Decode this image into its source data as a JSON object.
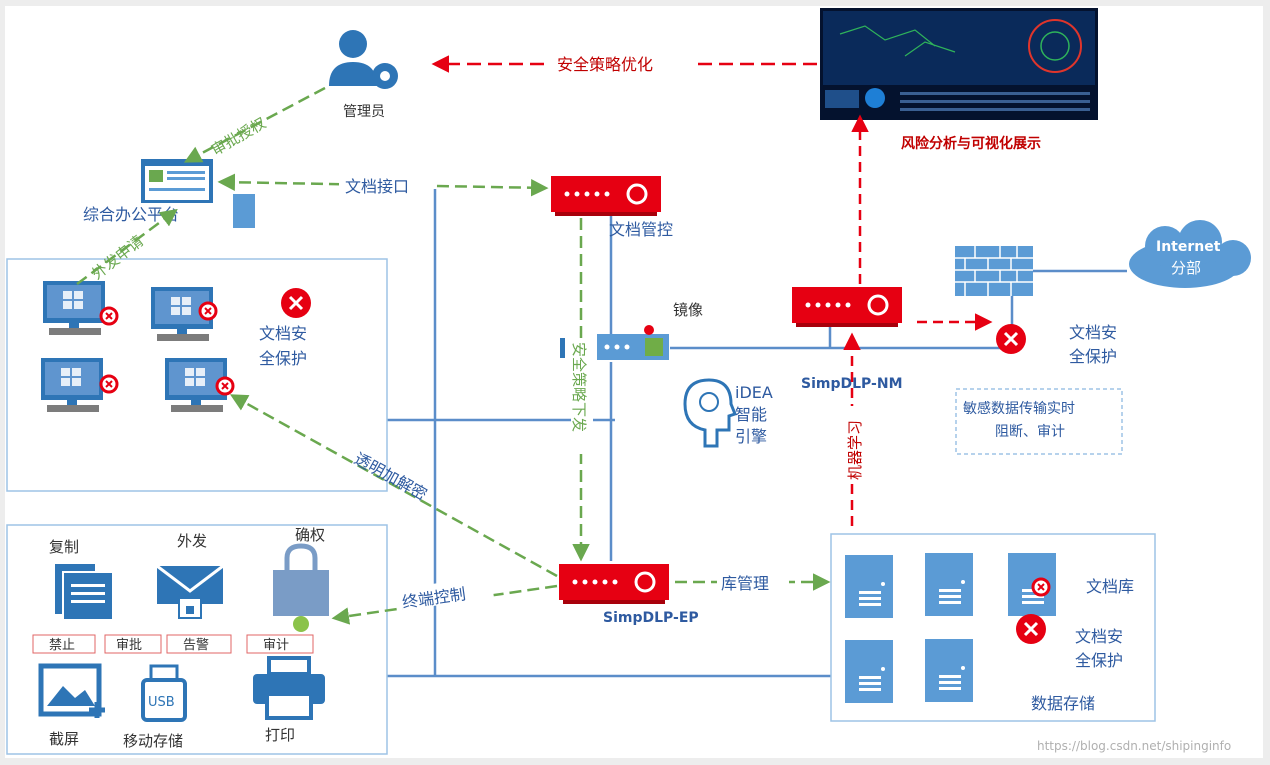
{
  "labels": {
    "admin": "管理员",
    "risk_viz": "风险分析与可视化展示",
    "oa_platform": "综合办公平台",
    "doc_control": "文档管控",
    "mirror": "镜像",
    "nm_device": "SimpDLP-NM",
    "ep_device": "SimpDLP-EP",
    "internet": "Internet",
    "branch": "分部",
    "doc_protect_1": "文档安全保护",
    "doc_protect_2": "文档安全保护",
    "doc_protect_3": "文档安全保护",
    "idea_1": "iDEA",
    "idea_2": "智能",
    "idea_3": "引擎",
    "sensitive_1": "敏感数据传输实时",
    "sensitive_2": "阻断、审计",
    "doc_lib": "文档库",
    "data_storage": "数据存储",
    "copy": "复制",
    "send_out": "外发",
    "confirm_right": "确权",
    "screenshot": "截屏",
    "mobile_storage": "移动存储",
    "print": "打印",
    "usb": "USB",
    "tag_forbid": "禁止",
    "tag_approve": "审批",
    "tag_alert": "告警",
    "tag_audit": "审计",
    "watermark": "https://blog.csdn.net/shipinginfo"
  },
  "flows": {
    "policy_optimize": "安全策略优化",
    "approval": "审批授权",
    "doc_interface": "文档接口",
    "send_request": "外发申请",
    "policy_deliver": "安全策略下发",
    "machine_learning": "机器学习",
    "transparent": "透明加解密",
    "terminal_control": "终端控制",
    "lib_manage": "库管理"
  },
  "colors": {
    "red": "#e60012",
    "green": "#6aa84f",
    "blue": "#2e75b6",
    "line_blue": "#5b8dc9",
    "dark_red_text": "#c00000"
  }
}
